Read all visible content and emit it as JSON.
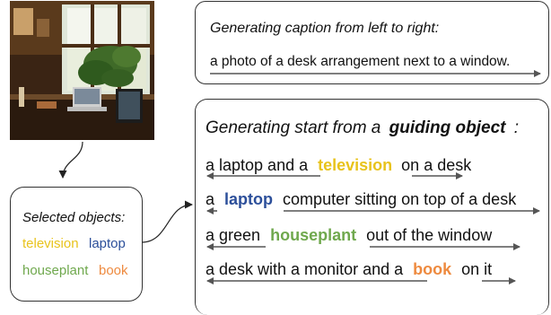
{
  "top": {
    "heading": "Generating caption from left to right:",
    "caption": "a photo of a desk arrangement next to a window."
  },
  "guided": {
    "heading_prefix": "Generating start from a",
    "heading_bold": "guiding object",
    "heading_suffix": ":",
    "lines": [
      {
        "before": "a laptop and a",
        "object": "television",
        "after": "on a desk"
      },
      {
        "before": "a",
        "object": "laptop",
        "after": "computer sitting on top of a desk"
      },
      {
        "before": "a green",
        "object": "houseplant",
        "after": "out of the window"
      },
      {
        "before": "a desk with a monitor and a",
        "object": "book",
        "after": "on it"
      }
    ]
  },
  "selected": {
    "heading": "Selected objects:",
    "objects": [
      "television",
      "laptop",
      "houseplant",
      "book"
    ]
  },
  "colors": {
    "television": "#e8c31c",
    "laptop": "#2c4f9a",
    "houseplant": "#6fa84d",
    "book": "#ee8a3f",
    "arrow": "#555555"
  }
}
